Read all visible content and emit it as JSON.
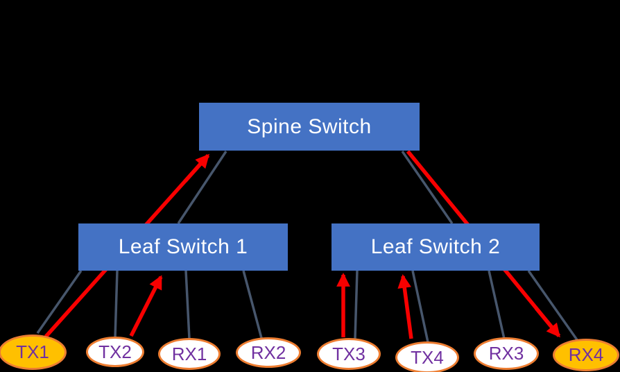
{
  "diagram": {
    "spine": {
      "label": "Spine Switch"
    },
    "leaves": [
      {
        "label": "Leaf Switch 1"
      },
      {
        "label": "Leaf Switch 2"
      }
    ],
    "endpoints": [
      {
        "id": "TX1",
        "label": "TX1",
        "highlight": true
      },
      {
        "id": "TX2",
        "label": "TX2",
        "highlight": false
      },
      {
        "id": "RX1",
        "label": "RX1",
        "highlight": false
      },
      {
        "id": "RX2",
        "label": "RX2",
        "highlight": false
      },
      {
        "id": "TX3",
        "label": "TX3",
        "highlight": false
      },
      {
        "id": "TX4",
        "label": "TX4",
        "highlight": false
      },
      {
        "id": "RX3",
        "label": "RX3",
        "highlight": false
      },
      {
        "id": "RX4",
        "label": "RX4",
        "highlight": true
      }
    ],
    "links": [
      {
        "from": "Spine Switch",
        "to": "Leaf Switch 1"
      },
      {
        "from": "Spine Switch",
        "to": "Leaf Switch 2"
      },
      {
        "from": "Leaf Switch 1",
        "to": "TX1"
      },
      {
        "from": "Leaf Switch 1",
        "to": "TX2"
      },
      {
        "from": "Leaf Switch 1",
        "to": "RX1"
      },
      {
        "from": "Leaf Switch 1",
        "to": "RX2"
      },
      {
        "from": "Leaf Switch 2",
        "to": "TX3"
      },
      {
        "from": "Leaf Switch 2",
        "to": "TX4"
      },
      {
        "from": "Leaf Switch 2",
        "to": "RX3"
      },
      {
        "from": "Leaf Switch 2",
        "to": "RX4"
      }
    ],
    "flows": [
      {
        "from": "TX1",
        "to": "Spine Switch",
        "via": "Leaf Switch 1"
      },
      {
        "from": "TX2",
        "to": "Leaf Switch 1"
      },
      {
        "from": "TX3",
        "to": "Leaf Switch 2"
      },
      {
        "from": "TX4",
        "to": "Leaf Switch 2"
      },
      {
        "from": "Spine Switch",
        "to": "RX4",
        "via": "Leaf Switch 2"
      }
    ],
    "colors": {
      "background": "#000000",
      "switch_fill": "#4472C4",
      "switch_text": "#FFFFFF",
      "endpoint_fill": "#FFFFFF",
      "endpoint_highlight_fill": "#FFC000",
      "endpoint_border": "#ED7D31",
      "endpoint_text": "#7030A0",
      "link": "#47566C",
      "flow": "#F80000"
    }
  }
}
